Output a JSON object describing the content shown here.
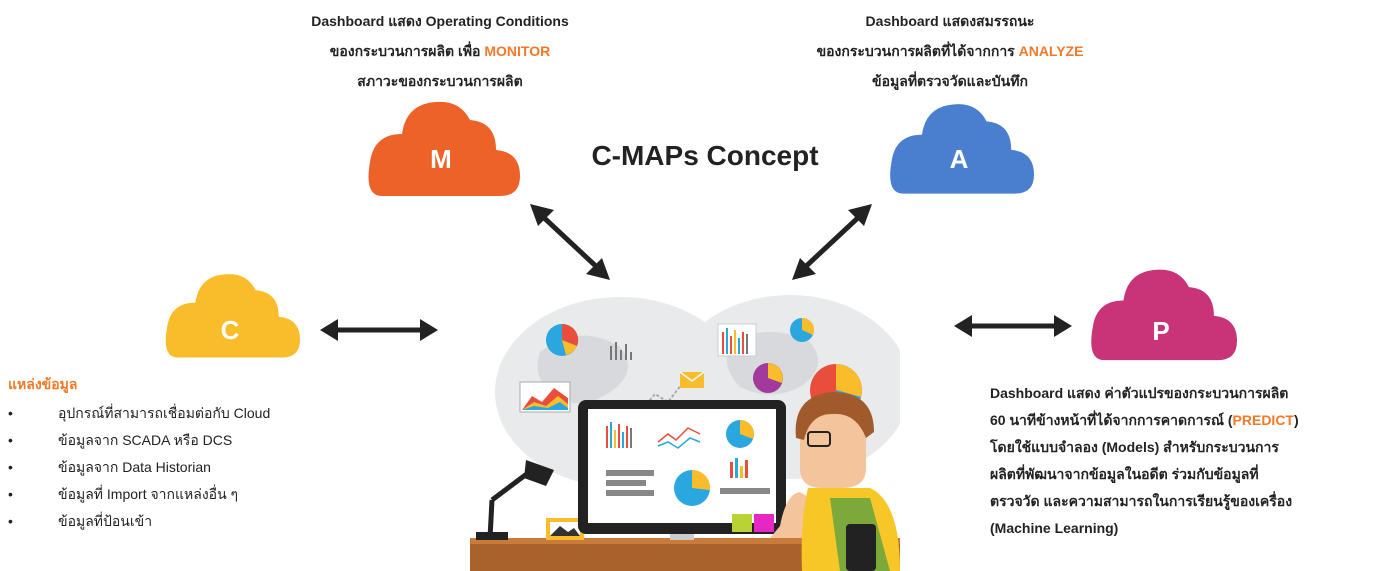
{
  "title": "C-MAPs Concept",
  "clouds": {
    "m": {
      "letter": "M",
      "color": "#EC6228"
    },
    "a": {
      "letter": "A",
      "color": "#4A7ECE"
    },
    "c": {
      "letter": "C",
      "color": "#F9BD2C"
    },
    "p": {
      "letter": "P",
      "color": "#C83477"
    }
  },
  "monitor": {
    "line1": "Dashboard แสดง Operating Conditions",
    "line2_prefix": "ของกระบวนการผลิต เพื่อ ",
    "line2_accent": "MONITOR",
    "line3": "สภาวะของกระบวนการผลิต"
  },
  "analyze": {
    "line1": "Dashboard แสดงสมรรถนะ",
    "line2_prefix": "ของกระบวนการผลิตที่ได้จากการ ",
    "line2_accent": "ANALYZE",
    "line3": "ข้อมูลที่ตรวจวัดและบันทึก"
  },
  "sources": {
    "heading": "แหล่งข้อมูล",
    "bullet": "•",
    "items": [
      "อุปกรณ์ที่สามารถเชื่อมต่อกับ Cloud",
      "ข้อมูลจาก SCADA หรือ DCS",
      "ข้อมูลจาก Data Historian",
      "ข้อมูลที่ Import จากแหล่งอื่น ๆ",
      "ข้อมูลที่ป้อนเข้า"
    ]
  },
  "predict": {
    "line1": "Dashboard แสดง ค่าตัวแปรของกระบวนการผลิต",
    "line2_prefix": "60 นาทีข้างหน้าที่ได้จากการคาดการณ์ (",
    "line2_accent": "PREDICT",
    "line2_suffix": ")",
    "line3": "โดยใช้แบบจำลอง (Models) สำหรับกระบวนการ",
    "line4": "ผลิตที่พัฒนาจากข้อมูลในอดีต ร่วมกับข้อมูลที่",
    "line5": "ตรวจวัด และความสามารถในการเรียนรู้ของเครื่อง",
    "line6": "(Machine Learning)"
  }
}
